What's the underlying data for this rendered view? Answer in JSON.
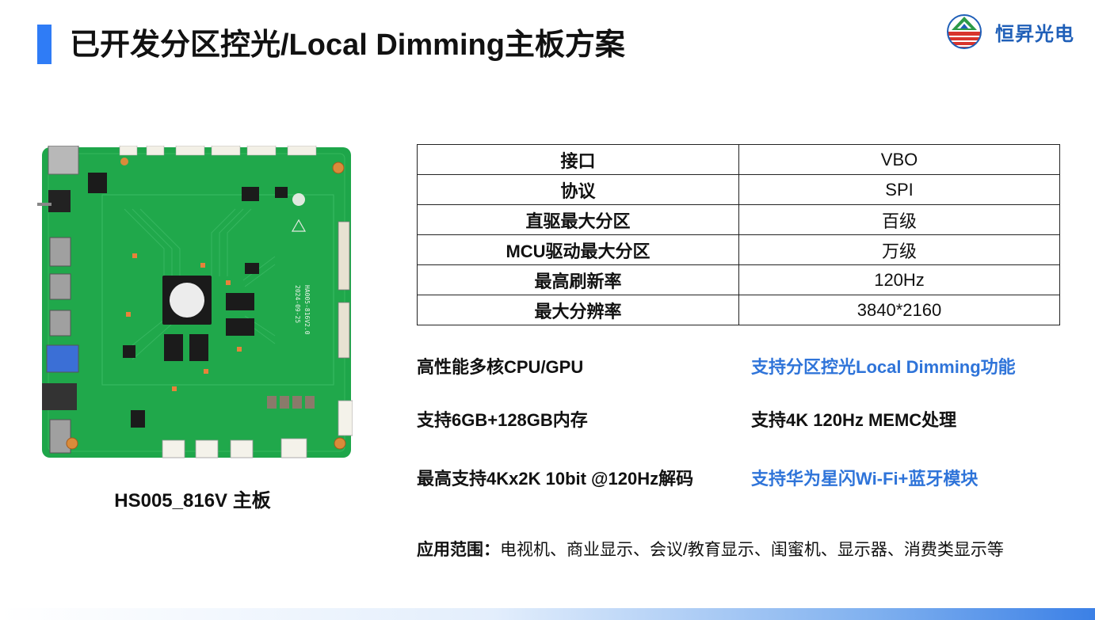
{
  "slide": {
    "title": "已开发分区控光/Local Dimming主板方案",
    "accent_color": "#2f7cf6"
  },
  "logo": {
    "text": "恒昇光电",
    "icon": "triangle-striped-circle-logo-icon"
  },
  "board": {
    "caption": "HS005_816V 主板",
    "silkscreen_model": "HA005-816V2.0",
    "silkscreen_date": "2024-09-25"
  },
  "spec_table": [
    {
      "key": "接口",
      "value": "VBO"
    },
    {
      "key": "协议",
      "value": "SPI"
    },
    {
      "key": "直驱最大分区",
      "value": "百级"
    },
    {
      "key": "MCU驱动最大分区",
      "value": "万级"
    },
    {
      "key": "最高刷新率",
      "value": "120Hz"
    },
    {
      "key": "最大分辨率",
      "value": "3840*2160"
    }
  ],
  "features": [
    {
      "text": "高性能多核CPU/GPU",
      "highlight": false
    },
    {
      "text": "支持分区控光Local Dimming功能",
      "highlight": true
    },
    {
      "text": "支持6GB+128GB内存",
      "highlight": false
    },
    {
      "text": "支持4K 120Hz MEMC处理",
      "highlight": false
    },
    {
      "text": "最高支持4Kx2K 10bit @120Hz解码",
      "highlight": false
    },
    {
      "text": "支持华为星闪Wi-Fi+蓝牙模块",
      "highlight": true
    }
  ],
  "scope": {
    "label": "应用范围：",
    "text": "电视机、商业显示、会议/教育显示、闺蜜机、显示器、消费类显示等"
  },
  "colors": {
    "highlight": "#2f74d9",
    "pcb": "#1ea64a",
    "logo_blue": "#1f5fb8"
  }
}
